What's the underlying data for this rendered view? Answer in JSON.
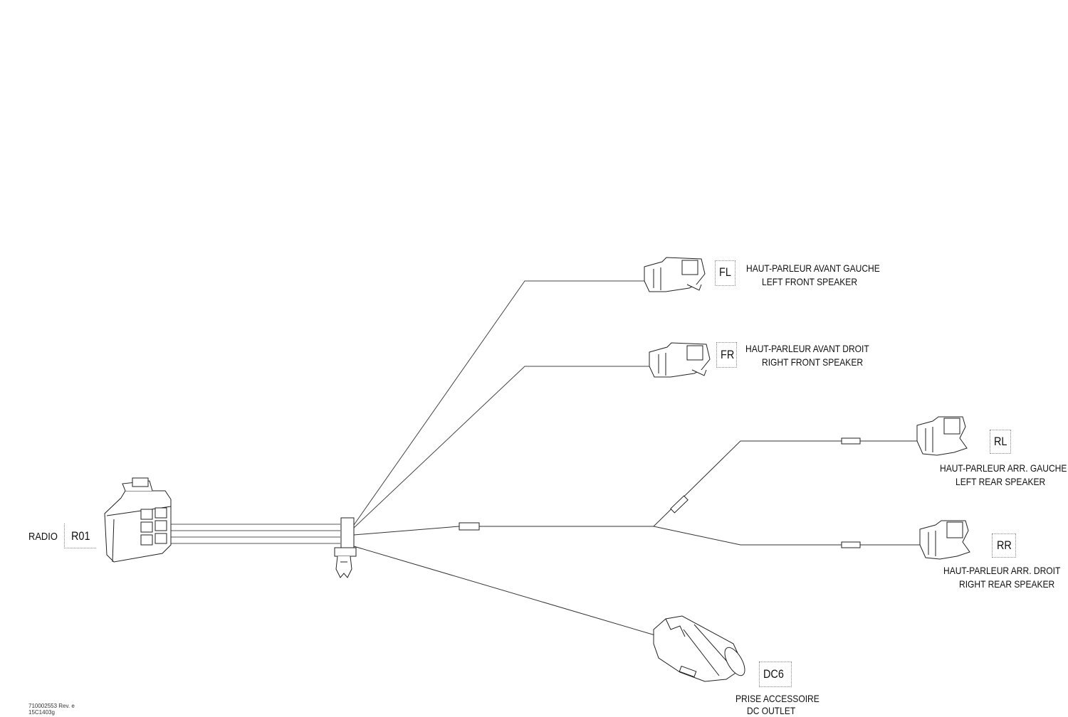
{
  "radio": {
    "label": "RADIO",
    "code": "R01"
  },
  "connectors": {
    "fl": {
      "code": "FL",
      "label_fr": "HAUT-PARLEUR AVANT GAUCHE",
      "label_en": "LEFT FRONT SPEAKER"
    },
    "fr": {
      "code": "FR",
      "label_fr": "HAUT-PARLEUR AVANT DROIT",
      "label_en": "RIGHT FRONT SPEAKER"
    },
    "rl": {
      "code": "RL",
      "label_fr": "HAUT-PARLEUR ARR. GAUCHE",
      "label_en": "LEFT REAR SPEAKER"
    },
    "rr": {
      "code": "RR",
      "label_fr": "HAUT-PARLEUR ARR. DROIT",
      "label_en": "RIGHT REAR SPEAKER"
    },
    "dc6": {
      "code": "DC6",
      "label_fr": "PRISE ACCESSOIRE",
      "label_en": "DC OUTLET"
    }
  },
  "reference": {
    "part_number": "710002553 Rev. e",
    "drawing_code": "15C1403g"
  }
}
